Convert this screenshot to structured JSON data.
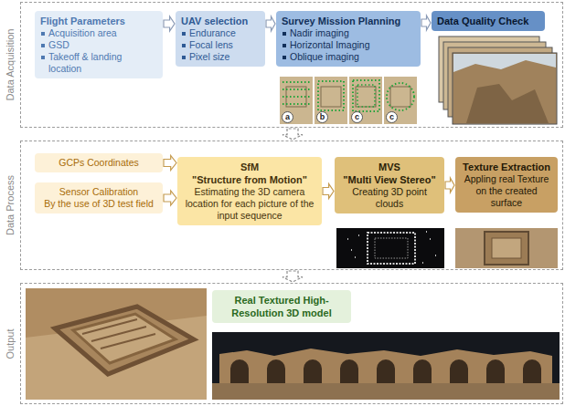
{
  "diagram": {
    "nodes": [
      {
        "text": [
          "Data Acquisition"
        ]
      },
      {
        "text": [
          "Flight Parameters",
          "Acquisition area",
          "GSD",
          "Takeoff & landing location"
        ],
        "in": 0
      },
      {
        "text": [
          "UAV selection",
          "Endurance",
          "Focal lens",
          "Pixel size"
        ],
        "in": 0
      },
      {
        "text": [
          "Survey Mission Planning",
          "Nadir imaging",
          "Horizontal Imaging",
          "Oblique imaging"
        ],
        "in": 0
      },
      {
        "text": [
          "Data Quality Check"
        ],
        "in": 0
      },
      {
        "text": [
          "Data Process"
        ]
      },
      {
        "text": [
          "GCPs Coordinates"
        ],
        "in": 5
      },
      {
        "text": [
          "Sensor Calibration",
          "By the use of 3D test field"
        ],
        "in": 5
      },
      {
        "text": [
          "SfM",
          "\"Structure from Motion\"",
          "Estimating the 3D camera location for each picture of the input sequence"
        ],
        "in": 5
      },
      {
        "text": [
          "MVS",
          "\"Multi View Stereo\"",
          "Creating 3D point clouds"
        ],
        "in": 5
      },
      {
        "text": [
          "Texture Extraction",
          "Appling real Texture on the created surface"
        ],
        "in": 5
      },
      {
        "text": [
          "Output"
        ]
      },
      {
        "text": [
          "Real Textured High-Resolution 3D model"
        ],
        "in": 11
      }
    ],
    "edges": [
      {
        "from": 1,
        "to": 2,
        "arrow": "to"
      },
      {
        "from": 2,
        "to": 3,
        "arrow": "to"
      },
      {
        "from": 3,
        "to": 4,
        "arrow": "to"
      },
      {
        "from": 0,
        "to": 5,
        "arrow": "to"
      },
      {
        "from": 6,
        "to": 8,
        "arrow": "to"
      },
      {
        "from": 7,
        "to": 8,
        "arrow": "to"
      },
      {
        "from": 8,
        "to": 9,
        "arrow": "to"
      },
      {
        "from": 9,
        "to": 10,
        "arrow": "to"
      },
      {
        "from": 5,
        "to": 11,
        "arrow": "to"
      }
    ],
    "labels": [
      "a",
      "b",
      "c",
      "c"
    ]
  }
}
